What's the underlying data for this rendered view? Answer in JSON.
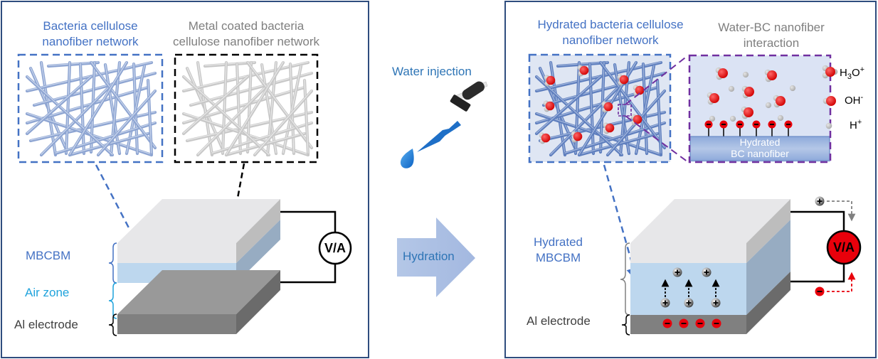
{
  "left_panel": {
    "bc_network_title": [
      "Bacteria cellulose",
      "nanofiber network"
    ],
    "metal_network_title": [
      "Metal coated bacteria",
      "cellulose nanofiber network"
    ],
    "layer_labels": {
      "mbcbm": "MBCBM",
      "air_zone": "Air zone",
      "al_electrode": "Al electrode"
    },
    "meter_label": "V/A"
  },
  "middle": {
    "water_injection_label": "Water injection",
    "hydration_label": "Hydration"
  },
  "right_panel": {
    "hydrated_network_title": [
      "Hydrated bacteria cellulose",
      "nanofiber network"
    ],
    "interaction_title": [
      "Water-BC nanofiber",
      "interaction"
    ],
    "nanofiber_label": [
      "Hydrated",
      "BC nanofiber"
    ],
    "legend": [
      {
        "name": "hydronium",
        "label_main": "H",
        "label_sub": "3",
        "label_tail": "O",
        "label_sup": "+"
      },
      {
        "name": "hydroxide",
        "label_main": "OH",
        "label_sup": "-"
      },
      {
        "name": "proton",
        "label_main": "H",
        "label_sup": "+"
      }
    ],
    "layer_labels": {
      "hydrated_mbcbm": [
        "Hydrated",
        "MBCBM"
      ],
      "al_electrode": "Al electrode"
    },
    "meter_label": "V/A",
    "charge_symbols": {
      "positive": "+",
      "negative": "−"
    }
  },
  "colors": {
    "panel_border": "#2f4d7e",
    "bc_fiber": "#8fa7d3",
    "metal_fiber": "#cfcfcf",
    "oxygen": "#e8000b",
    "hydrogen": "#c0c0c0",
    "arrow_blue": "#4472c4",
    "hydration_arrow": "#a9bde3",
    "mbcbm_blue": "#bdd7ee",
    "electrode_gray": "#808080",
    "meter_red": "#e8000b",
    "interaction_frame": "#7030a0"
  }
}
